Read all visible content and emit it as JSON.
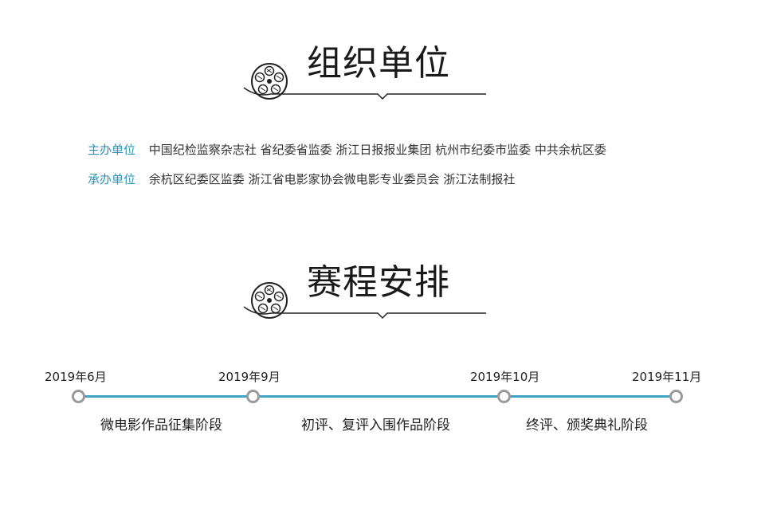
{
  "sections": {
    "organizers": {
      "title": "组织单位"
    },
    "schedule": {
      "title": "赛程安排"
    }
  },
  "organizers": {
    "host_label": "主办单位",
    "host_text": "中国纪检监察杂志社 省纪委省监委 浙江日报报业集团 杭州市纪委市监委 中共余杭区委",
    "undertaker_label": "承办单位",
    "undertaker_text": "余杭区纪委区监委 浙江省电影家协会微电影专业委员会 浙江法制报社"
  },
  "timeline": {
    "dates": [
      "2019年6月",
      "2019年9月",
      "2019年10月",
      "2019年11月"
    ],
    "stages": [
      "微电影作品征集阶段",
      "初评、复评入围作品阶段",
      "终评、颁奖典礼阶段"
    ]
  },
  "colors": {
    "accent": "#2a93b6",
    "timeline_line": "#3fa4c1",
    "dot_border": "#9a9a9a",
    "text": "#333333"
  },
  "icons": [
    "film-reel-icon"
  ]
}
